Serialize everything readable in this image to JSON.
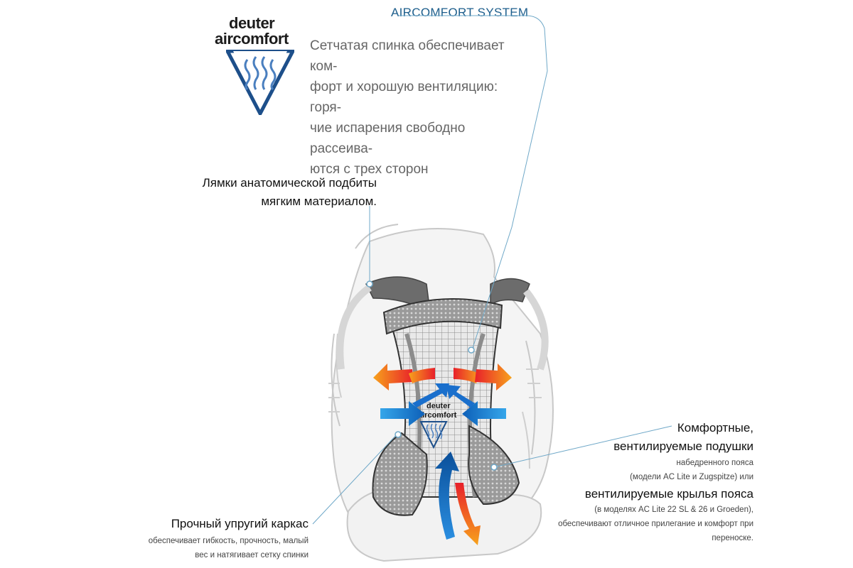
{
  "logo": {
    "brand_line1": "deuter",
    "brand_line2": "aircomfort",
    "icon": "aircomfort-triangle-icon"
  },
  "system": {
    "title": "AIRCOMFORT SYSTEM",
    "description_lines": [
      "Сетчатая спинка обеспечивает ком-",
      "форт и хорошую вентиляцию: горя-",
      "чие испарения свободно рассеива-",
      "ются с трех сторон"
    ]
  },
  "straps": {
    "lines": [
      "Лямки анатомической подбиты",
      "мягким материалом."
    ]
  },
  "frame": {
    "title": "Прочный упругий каркас",
    "desc_lines": [
      "обеспечивает гибкость, прочность, малый",
      "вес и натягивает сетку спинки"
    ]
  },
  "hipbelt": {
    "title_line1": "Комфортные,",
    "title_line2": "вентилируемые подушки",
    "desc1_line1": "набедренного пояса",
    "desc1_line2": "(модели AC Lite и Zugspitze) или",
    "title2": "вентилируемые крылья пояса",
    "desc2_line1": "(в моделях AC Lite 22 SL & 26 и Groeden),",
    "desc2_line2": "обеспечивают отличное прилегание и комфорт при",
    "desc2_line3": "переноске."
  },
  "mesh_logo": {
    "line1": "deuter",
    "line2": "aircomfort"
  },
  "colors": {
    "accent_blue": "#1d5e8c",
    "leader_line": "#6fa8c8",
    "hot_arrow": "#e8402a",
    "cold_arrow": "#1a7fd0"
  }
}
